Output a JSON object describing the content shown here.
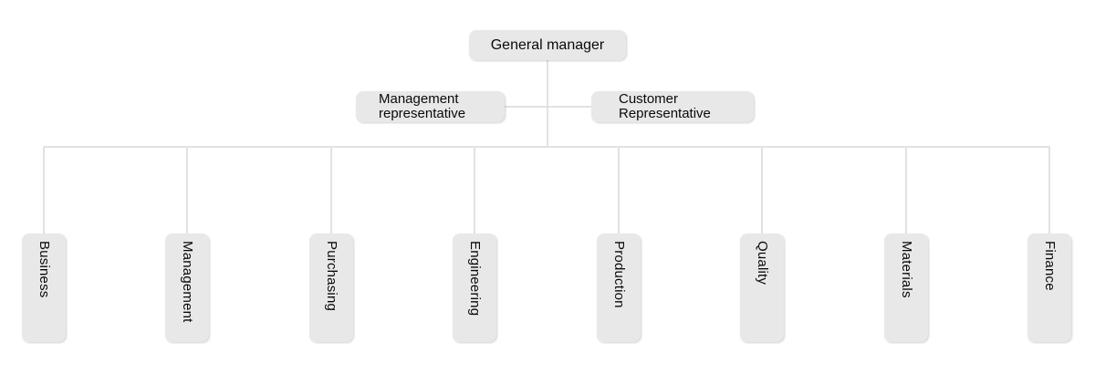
{
  "nodes": {
    "root": "General manager",
    "management_representative": "Management\nrepresentative",
    "customer_representative": "Customer\nRepresentative",
    "departments": [
      "Business",
      "Management",
      "Purchasing",
      "Engineering",
      "Production",
      "Quality",
      "Materials",
      "Finance"
    ]
  },
  "colors": {
    "box_fill": "#e8e8e8",
    "connector_line": "#e2e2e2",
    "text": "#000000",
    "background": "#ffffff"
  },
  "diagram": {
    "type": "org-chart",
    "levels": 3
  }
}
